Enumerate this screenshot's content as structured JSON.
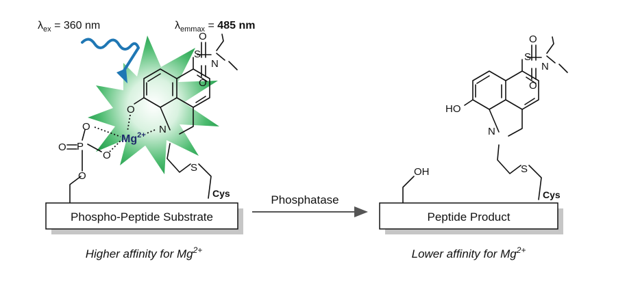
{
  "excitation": {
    "symbol": "λ",
    "sub": "ex",
    "value": " = 360 nm"
  },
  "emission": {
    "symbol": "λ",
    "sub": "emmax",
    "eq": " = ",
    "value": "485 nm"
  },
  "left_box_label": "Phospho-Peptide Substrate",
  "right_box_label": "Peptide Product",
  "arrow_label": "Phosphatase",
  "left_caption": {
    "text": "Higher affinity for Mg",
    "sup": "2+"
  },
  "right_caption": {
    "text": "Lower affinity for Mg",
    "sup": "2+"
  },
  "metal": {
    "text": "Mg",
    "sup": "2+"
  },
  "atoms": {
    "O": "O",
    "N": "N",
    "S": "S",
    "P": "P",
    "OH": "OH",
    "HO": "HO",
    "Cys": "Cys"
  },
  "colors": {
    "burst": "#2fa55a",
    "wave": "#1f77b4",
    "metal": "#1f2a6b"
  }
}
